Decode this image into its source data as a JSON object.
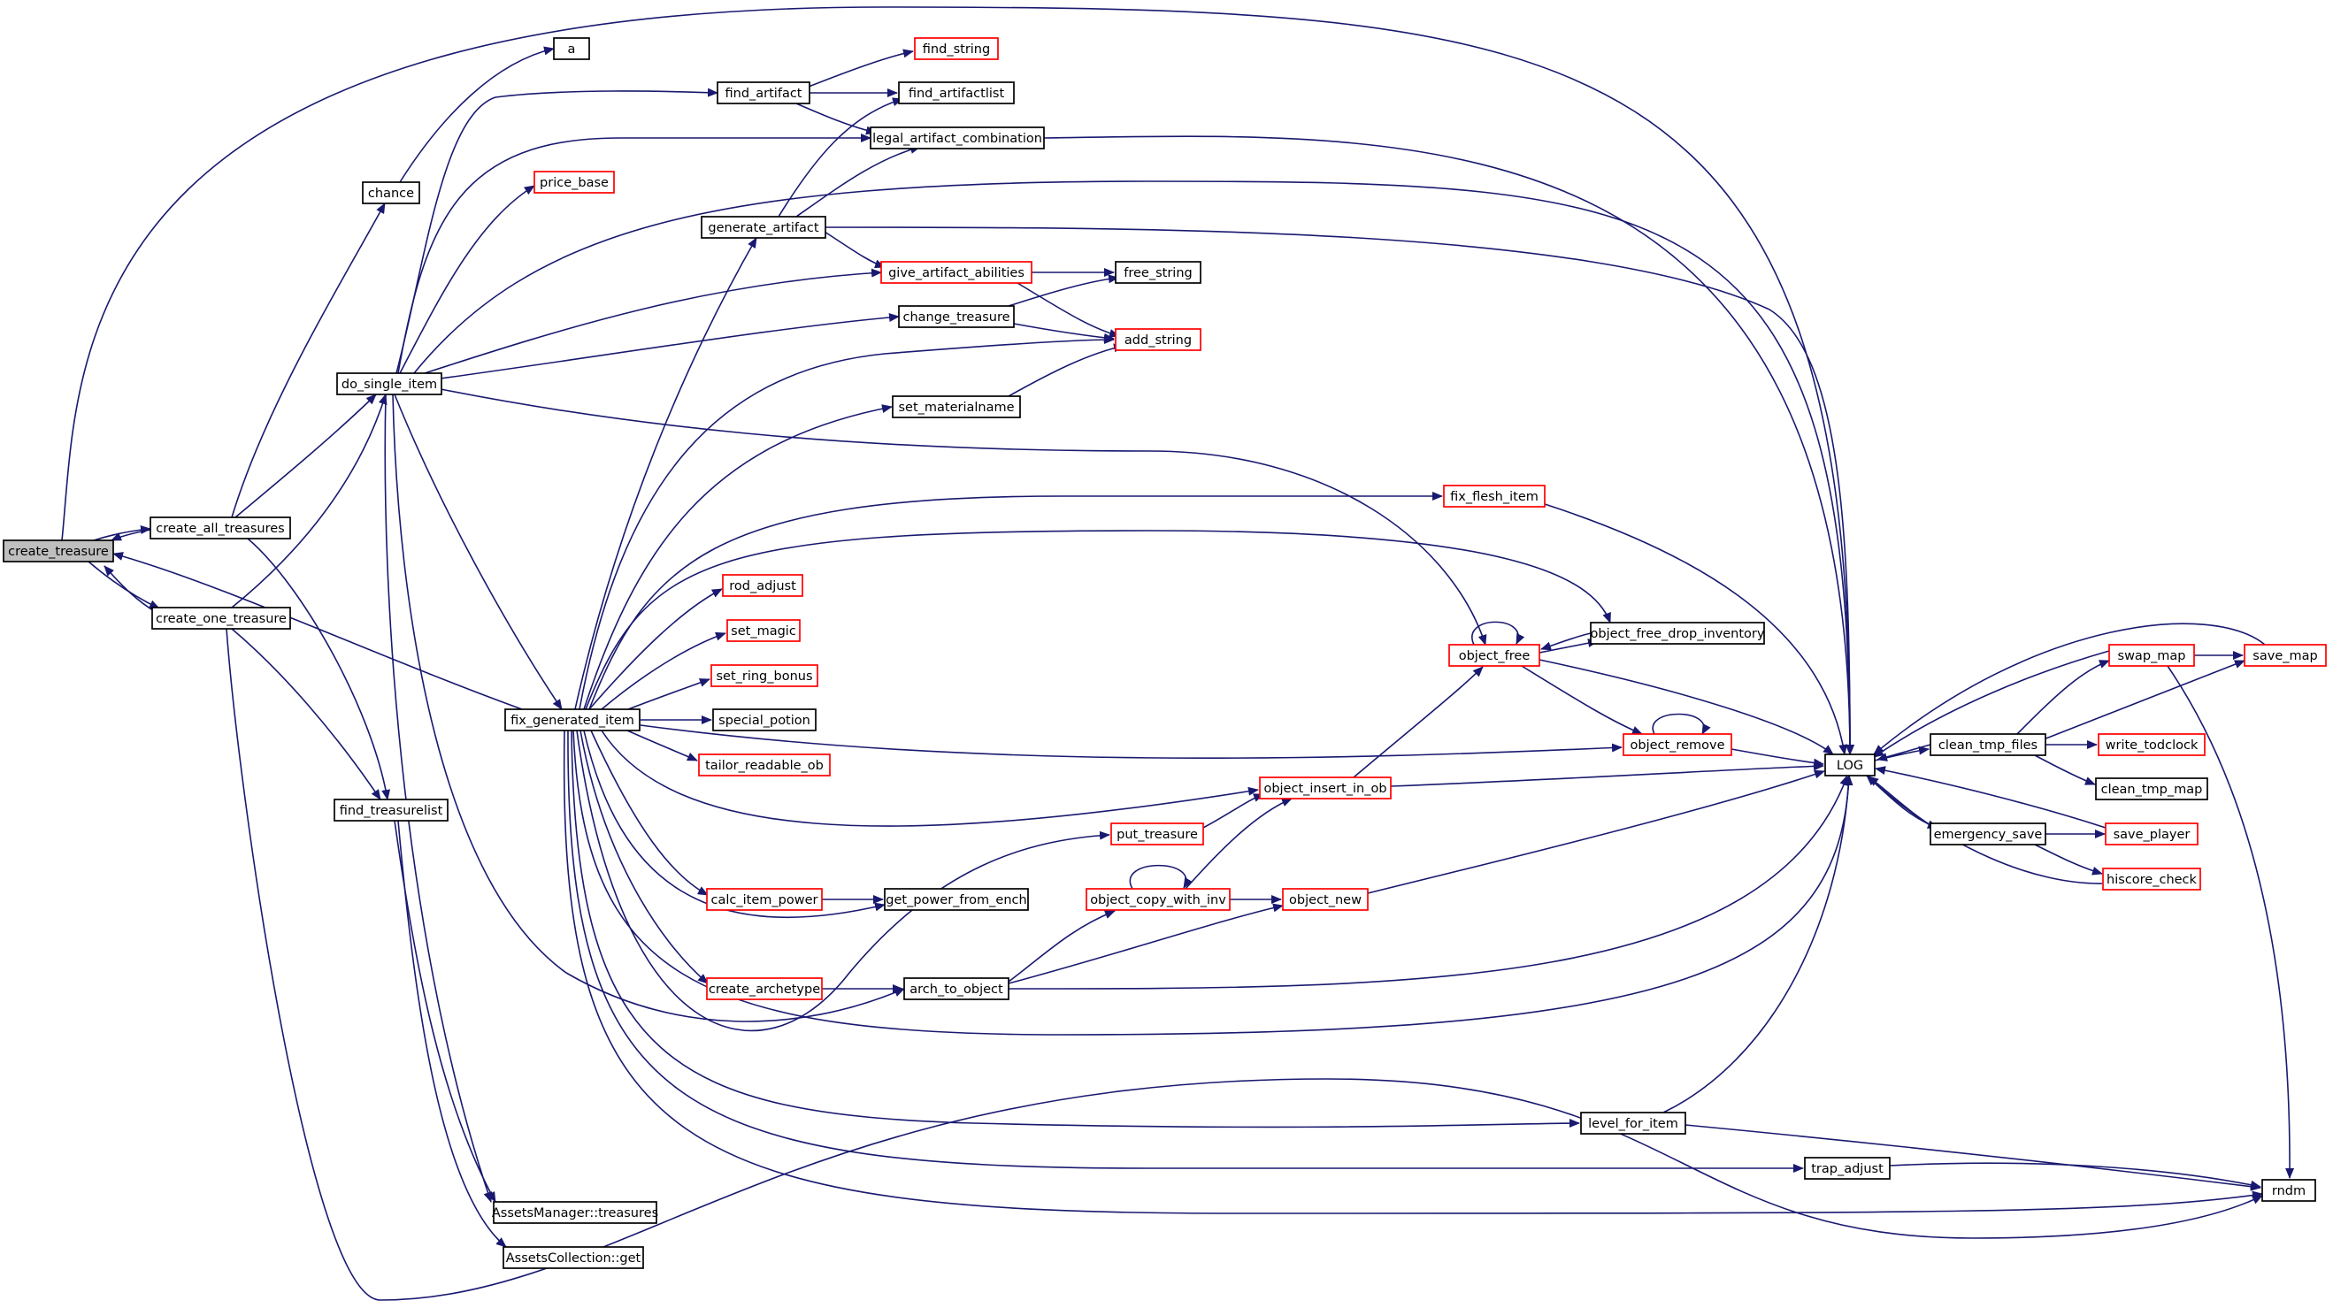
{
  "colors": {
    "edge": "#191970",
    "node_border": "#000000",
    "node_border_incomplete": "#ff0000",
    "root_fill": "#bfbfbf",
    "node_fill": "#ffffff"
  },
  "nodes": [
    {
      "id": "create_treasure",
      "label": "create_treasure",
      "style": "root"
    },
    {
      "id": "create_all_treasures",
      "label": "create_all_treasures",
      "style": "normal"
    },
    {
      "id": "create_one_treasure",
      "label": "create_one_treasure",
      "style": "normal"
    },
    {
      "id": "chance",
      "label": "chance",
      "style": "normal"
    },
    {
      "id": "a",
      "label": "a",
      "style": "normal"
    },
    {
      "id": "do_single_item",
      "label": "do_single_item",
      "style": "normal"
    },
    {
      "id": "find_treasurelist",
      "label": "find_treasurelist",
      "style": "normal"
    },
    {
      "id": "price_base",
      "label": "price_base",
      "style": "incomplete"
    },
    {
      "id": "fix_generated_item",
      "label": "fix_generated_item",
      "style": "normal"
    },
    {
      "id": "assets_treasures",
      "label": "AssetsManager::treasures",
      "style": "normal"
    },
    {
      "id": "assets_get",
      "label": "AssetsCollection::get",
      "style": "normal"
    },
    {
      "id": "find_artifact",
      "label": "find_artifact",
      "style": "normal"
    },
    {
      "id": "find_string",
      "label": "find_string",
      "style": "incomplete"
    },
    {
      "id": "find_artifactlist",
      "label": "find_artifactlist",
      "style": "normal"
    },
    {
      "id": "legal_artifact_combination",
      "label": "legal_artifact_combination",
      "style": "normal"
    },
    {
      "id": "generate_artifact",
      "label": "generate_artifact",
      "style": "normal"
    },
    {
      "id": "give_artifact_abilities",
      "label": "give_artifact_abilities",
      "style": "incomplete"
    },
    {
      "id": "free_string",
      "label": "free_string",
      "style": "normal"
    },
    {
      "id": "change_treasure",
      "label": "change_treasure",
      "style": "normal"
    },
    {
      "id": "add_string",
      "label": "add_string",
      "style": "incomplete"
    },
    {
      "id": "set_materialname",
      "label": "set_materialname",
      "style": "normal"
    },
    {
      "id": "fix_flesh_item",
      "label": "fix_flesh_item",
      "style": "incomplete"
    },
    {
      "id": "rod_adjust",
      "label": "rod_adjust",
      "style": "incomplete"
    },
    {
      "id": "set_magic",
      "label": "set_magic",
      "style": "incomplete"
    },
    {
      "id": "set_ring_bonus",
      "label": "set_ring_bonus",
      "style": "incomplete"
    },
    {
      "id": "special_potion",
      "label": "special_potion",
      "style": "normal"
    },
    {
      "id": "tailor_readable_ob",
      "label": "tailor_readable_ob",
      "style": "incomplete"
    },
    {
      "id": "calc_item_power",
      "label": "calc_item_power",
      "style": "incomplete"
    },
    {
      "id": "get_power_from_ench",
      "label": "get_power_from_ench",
      "style": "normal"
    },
    {
      "id": "create_archetype",
      "label": "create_archetype",
      "style": "incomplete"
    },
    {
      "id": "arch_to_object",
      "label": "arch_to_object",
      "style": "normal"
    },
    {
      "id": "put_treasure",
      "label": "put_treasure",
      "style": "incomplete"
    },
    {
      "id": "object_copy_with_inv",
      "label": "object_copy_with_inv",
      "style": "incomplete"
    },
    {
      "id": "object_new",
      "label": "object_new",
      "style": "incomplete"
    },
    {
      "id": "object_insert_in_ob",
      "label": "object_insert_in_ob",
      "style": "incomplete"
    },
    {
      "id": "object_free",
      "label": "object_free",
      "style": "incomplete"
    },
    {
      "id": "object_free_drop_inventory",
      "label": "object_free_drop_inventory",
      "style": "normal"
    },
    {
      "id": "object_remove",
      "label": "object_remove",
      "style": "incomplete"
    },
    {
      "id": "level_for_item",
      "label": "level_for_item",
      "style": "normal"
    },
    {
      "id": "trap_adjust",
      "label": "trap_adjust",
      "style": "normal"
    },
    {
      "id": "LOG",
      "label": "LOG",
      "style": "normal"
    },
    {
      "id": "clean_tmp_files",
      "label": "clean_tmp_files",
      "style": "normal"
    },
    {
      "id": "emergency_save",
      "label": "emergency_save",
      "style": "normal"
    },
    {
      "id": "swap_map",
      "label": "swap_map",
      "style": "incomplete"
    },
    {
      "id": "save_map",
      "label": "save_map",
      "style": "incomplete"
    },
    {
      "id": "write_todclock",
      "label": "write_todclock",
      "style": "incomplete"
    },
    {
      "id": "clean_tmp_map",
      "label": "clean_tmp_map",
      "style": "normal"
    },
    {
      "id": "save_player",
      "label": "save_player",
      "style": "incomplete"
    },
    {
      "id": "hiscore_check",
      "label": "hiscore_check",
      "style": "incomplete"
    },
    {
      "id": "rndm",
      "label": "rndm",
      "style": "normal"
    }
  ],
  "edges": [
    [
      "create_treasure",
      "create_all_treasures"
    ],
    [
      "create_treasure",
      "create_one_treasure"
    ],
    [
      "create_treasure",
      "LOG"
    ],
    [
      "create_all_treasures",
      "create_treasure"
    ],
    [
      "create_all_treasures",
      "chance"
    ],
    [
      "create_all_treasures",
      "do_single_item"
    ],
    [
      "create_all_treasures",
      "find_treasurelist"
    ],
    [
      "create_one_treasure",
      "create_treasure"
    ],
    [
      "create_one_treasure",
      "do_single_item"
    ],
    [
      "create_one_treasure",
      "find_treasurelist"
    ],
    [
      "create_one_treasure",
      "rndm"
    ],
    [
      "chance",
      "a"
    ],
    [
      "do_single_item",
      "find_artifact"
    ],
    [
      "do_single_item",
      "legal_artifact_combination"
    ],
    [
      "do_single_item",
      "price_base"
    ],
    [
      "do_single_item",
      "LOG"
    ],
    [
      "do_single_item",
      "give_artifact_abilities"
    ],
    [
      "do_single_item",
      "change_treasure"
    ],
    [
      "do_single_item",
      "fix_generated_item"
    ],
    [
      "do_single_item",
      "object_free"
    ],
    [
      "do_single_item",
      "arch_to_object"
    ],
    [
      "do_single_item",
      "assets_treasures"
    ],
    [
      "find_treasurelist",
      "assets_treasures"
    ],
    [
      "find_treasurelist",
      "assets_get"
    ],
    [
      "fix_generated_item",
      "create_treasure"
    ],
    [
      "fix_generated_item",
      "generate_artifact"
    ],
    [
      "fix_generated_item",
      "add_string"
    ],
    [
      "fix_generated_item",
      "set_materialname"
    ],
    [
      "fix_generated_item",
      "fix_flesh_item"
    ],
    [
      "fix_generated_item",
      "object_free_drop_inventory"
    ],
    [
      "fix_generated_item",
      "rod_adjust"
    ],
    [
      "fix_generated_item",
      "set_magic"
    ],
    [
      "fix_generated_item",
      "set_ring_bonus"
    ],
    [
      "fix_generated_item",
      "special_potion"
    ],
    [
      "fix_generated_item",
      "tailor_readable_ob"
    ],
    [
      "fix_generated_item",
      "object_remove"
    ],
    [
      "fix_generated_item",
      "object_insert_in_ob"
    ],
    [
      "fix_generated_item",
      "calc_item_power"
    ],
    [
      "fix_generated_item",
      "get_power_from_ench"
    ],
    [
      "fix_generated_item",
      "create_archetype"
    ],
    [
      "fix_generated_item",
      "put_treasure"
    ],
    [
      "fix_generated_item",
      "LOG"
    ],
    [
      "fix_generated_item",
      "level_for_item"
    ],
    [
      "fix_generated_item",
      "trap_adjust"
    ],
    [
      "fix_generated_item",
      "rndm"
    ],
    [
      "find_artifact",
      "find_string"
    ],
    [
      "find_artifact",
      "find_artifactlist"
    ],
    [
      "find_artifact",
      "legal_artifact_combination"
    ],
    [
      "legal_artifact_combination",
      "LOG"
    ],
    [
      "generate_artifact",
      "find_artifactlist"
    ],
    [
      "generate_artifact",
      "legal_artifact_combination"
    ],
    [
      "generate_artifact",
      "give_artifact_abilities"
    ],
    [
      "generate_artifact",
      "LOG"
    ],
    [
      "give_artifact_abilities",
      "free_string"
    ],
    [
      "give_artifact_abilities",
      "add_string"
    ],
    [
      "change_treasure",
      "free_string"
    ],
    [
      "change_treasure",
      "add_string"
    ],
    [
      "set_materialname",
      "add_string"
    ],
    [
      "fix_flesh_item",
      "LOG"
    ],
    [
      "calc_item_power",
      "get_power_from_ench"
    ],
    [
      "create_archetype",
      "arch_to_object"
    ],
    [
      "arch_to_object",
      "object_copy_with_inv"
    ],
    [
      "arch_to_object",
      "object_new"
    ],
    [
      "arch_to_object",
      "LOG"
    ],
    [
      "put_treasure",
      "object_insert_in_ob"
    ],
    [
      "object_copy_with_inv",
      "object_copy_with_inv"
    ],
    [
      "object_copy_with_inv",
      "object_insert_in_ob"
    ],
    [
      "object_copy_with_inv",
      "object_new"
    ],
    [
      "object_new",
      "LOG"
    ],
    [
      "object_insert_in_ob",
      "object_free"
    ],
    [
      "object_insert_in_ob",
      "LOG"
    ],
    [
      "object_free",
      "object_free"
    ],
    [
      "object_free",
      "object_free_drop_inventory"
    ],
    [
      "object_free",
      "object_remove"
    ],
    [
      "object_free",
      "LOG"
    ],
    [
      "object_free_drop_inventory",
      "object_free"
    ],
    [
      "object_remove",
      "object_remove"
    ],
    [
      "object_remove",
      "LOG"
    ],
    [
      "level_for_item",
      "LOG"
    ],
    [
      "level_for_item",
      "rndm"
    ],
    [
      "trap_adjust",
      "rndm"
    ],
    [
      "LOG",
      "clean_tmp_files"
    ],
    [
      "LOG",
      "emergency_save"
    ],
    [
      "clean_tmp_files",
      "LOG"
    ],
    [
      "clean_tmp_files",
      "swap_map"
    ],
    [
      "clean_tmp_files",
      "save_map"
    ],
    [
      "clean_tmp_files",
      "write_todclock"
    ],
    [
      "clean_tmp_files",
      "clean_tmp_map"
    ],
    [
      "emergency_save",
      "LOG"
    ],
    [
      "emergency_save",
      "save_player"
    ],
    [
      "emergency_save",
      "hiscore_check"
    ],
    [
      "swap_map",
      "LOG"
    ],
    [
      "swap_map",
      "save_map"
    ],
    [
      "swap_map",
      "rndm"
    ],
    [
      "save_map",
      "LOG"
    ],
    [
      "save_player",
      "LOG"
    ],
    [
      "hiscore_check",
      "LOG"
    ]
  ]
}
